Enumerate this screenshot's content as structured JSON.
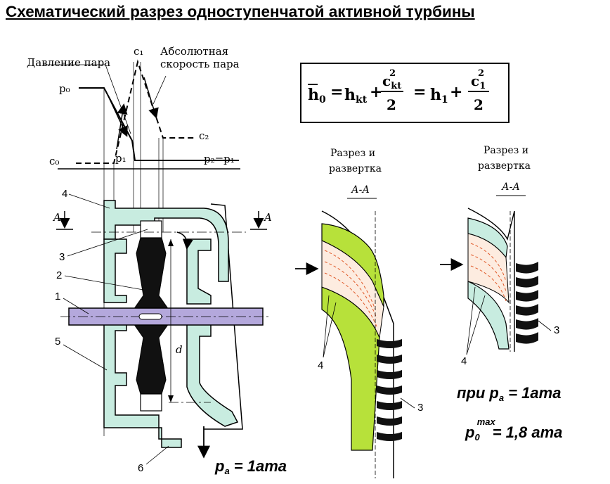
{
  "title": "Схематический разрез одноступенчатой активной турбины",
  "diagram": {
    "pressure_label": "Давление пара",
    "velocity_label_line1": "Абсолютная",
    "velocity_label_line2": "скорость пара",
    "p0": "p₀",
    "p1": "p₁",
    "c0": "c₀",
    "c1": "c₁",
    "c2": "c₂",
    "p2_eq_p1": "p₂=p₁",
    "section_letter_A": "A",
    "diameter_d": "d",
    "part_numbers": [
      "1",
      "2",
      "3",
      "4",
      "5",
      "6"
    ],
    "exhaust_label_p": "p",
    "exhaust_label_sub": "a",
    "exhaust_label_val": " = 1ата"
  },
  "formula": {
    "h0": "h",
    "h0_sub": "0",
    "eq": "=",
    "hkt": "h",
    "hkt_sub": "kt",
    "plus": "+",
    "ckt": "c",
    "ckt_sup": "2",
    "ckt_sub": "kt",
    "two": "2",
    "h1": "h",
    "h1_sub": "1",
    "c1": "c",
    "c1_sup": "2",
    "c1_sub": "1"
  },
  "section1": {
    "label_line1": "Разрез и",
    "label_line2": "развертка",
    "label_sect": "А-А",
    "part4": "4",
    "part3": "3"
  },
  "section2": {
    "label_line1": "Разрез и",
    "label_line2": "развертка",
    "label_sect": "А-А",
    "part4": "4",
    "part3": "3"
  },
  "conditions": {
    "pa_prefix": "при p",
    "pa_sub": "a",
    "pa_val": " = 1ата",
    "p0_base": "p",
    "p0_sub": "0",
    "p0_sup": "max",
    "p0_val": "= 1,8 ата"
  },
  "colors": {
    "casing_fill": "#c8ece0",
    "shaft_fill": "#b4a8dc",
    "nozzle_green": "#b7e13a",
    "blade_dark": "#111111",
    "steam_lines": "#e05a2a"
  }
}
